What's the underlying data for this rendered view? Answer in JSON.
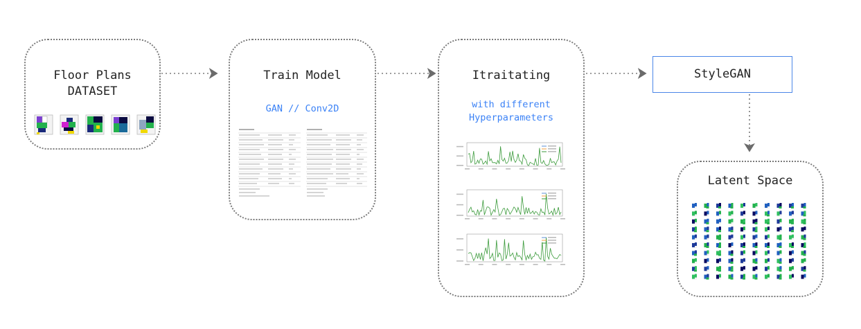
{
  "nodes": {
    "dataset": {
      "title_line1": "Floor Plans",
      "title_line2": "DATASET"
    },
    "train": {
      "title": "Train Model",
      "subtitle": "GAN // Conv2D"
    },
    "iterate": {
      "title": "Itraitating",
      "subtitle_line1": "with different",
      "subtitle_line2": "Hyperparameters"
    },
    "stylegan": {
      "title": "StyleGAN"
    },
    "latent": {
      "title": "Latent Space"
    }
  },
  "colors": {
    "accent_blue": "#3b82f6",
    "plot_green": "#3a9a3a",
    "plot_blue": "#5b8fd6",
    "plot_orange": "#f0a040",
    "connector": "#7a7a7a"
  },
  "icons": {
    "thumbnail": "floor-plan-thumbnail-icon",
    "doc": "model-summary-document-icon",
    "plot": "loss-plot-icon",
    "latent": "latent-grid-icon"
  }
}
